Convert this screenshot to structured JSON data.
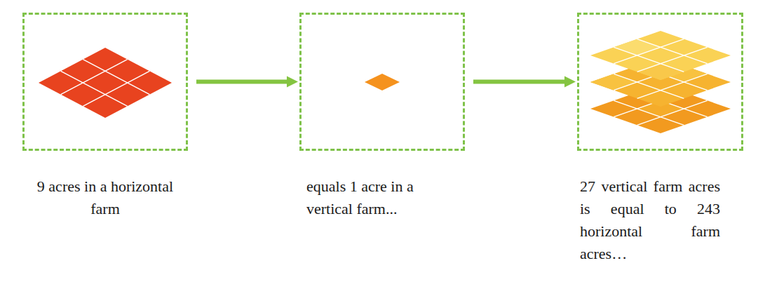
{
  "diagram": {
    "nodes": [
      {
        "text": [
          "9 acres in a horizontal farm"
        ]
      },
      {
        "text": [
          "equals 1 acre in a vertical farm..."
        ]
      },
      {
        "text": [
          "27 vertical farm acres is equal to 243 horizontal farm acres…"
        ]
      }
    ],
    "edges": [
      {
        "from": 0,
        "to": 1,
        "arrow": "to"
      },
      {
        "from": 1,
        "to": 2,
        "arrow": "to"
      }
    ]
  }
}
